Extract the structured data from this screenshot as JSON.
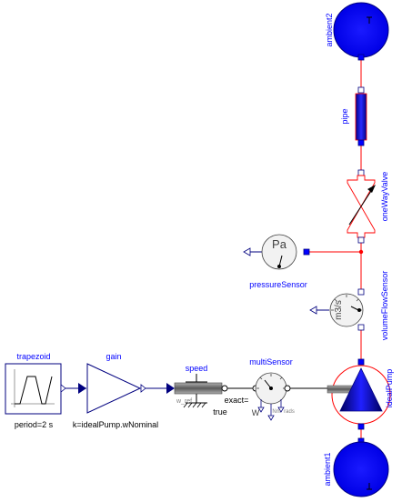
{
  "components": {
    "ambient2": {
      "name": "ambient2"
    },
    "ambient1": {
      "name": "ambient1"
    },
    "pipe": {
      "name": "pipe"
    },
    "one_way_valve": {
      "name": "oneWayValve"
    },
    "pressure_sensor": {
      "name": "pressureSensor",
      "unit": "Pa"
    },
    "volume_flow_sensor": {
      "name": "volumeFlowSensor",
      "unit": "m3/s"
    },
    "ideal_pump": {
      "name": "idealPump"
    },
    "trapezoid": {
      "name": "trapezoid",
      "parameter": "period=2 s"
    },
    "gain": {
      "name": "gain",
      "parameter": "k=idealPump.wNominal"
    },
    "speed": {
      "name": "speed",
      "input_label": "w_ref",
      "exact_label": "exact=",
      "exact_value": "true"
    },
    "multi_sensor": {
      "name": "multiSensor",
      "port_w": "W",
      "port_nm": "Nm",
      "port_rads": "rads"
    }
  },
  "colors": {
    "fluid_line": "#ff0000",
    "signal_line": "#00007f",
    "component_blue": "#0000ff",
    "label_blue": "#0000ff"
  }
}
